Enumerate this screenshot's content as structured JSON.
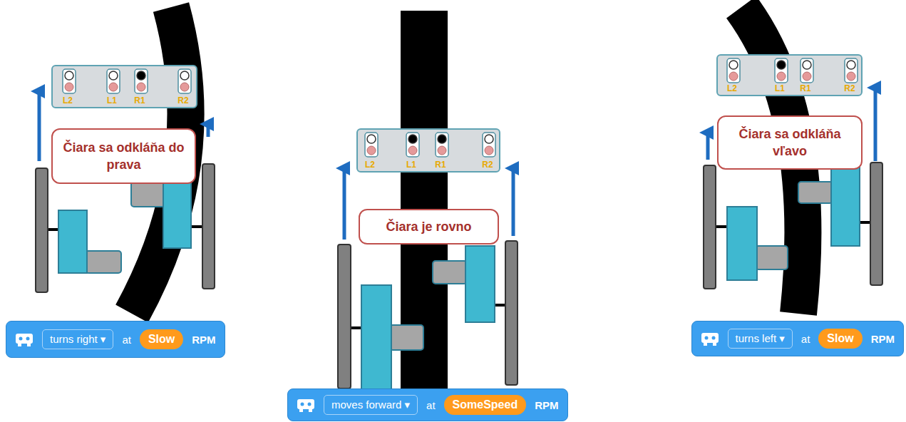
{
  "diagram": {
    "nodes": [
      {
        "text": [
          "L2",
          "L1",
          "R1",
          "R2"
        ]
      },
      {
        "text": [
          "Čiara sa odkláňa do prava"
        ]
      },
      {
        "text": [
          "at",
          "RPM"
        ]
      },
      {
        "text": [
          "turns right ▾"
        ],
        "in": 2
      },
      {
        "text": [
          "Slow"
        ],
        "in": 2
      },
      {
        "text": [
          "L2",
          "L1",
          "R1",
          "R2"
        ]
      },
      {
        "text": [
          "Čiara je rovno"
        ]
      },
      {
        "text": [
          "at",
          "RPM"
        ]
      },
      {
        "text": [
          "moves forward ▾"
        ],
        "in": 7
      },
      {
        "text": [
          "SomeSpeed"
        ],
        "in": 7
      },
      {
        "text": [
          "L2",
          "L1",
          "R1",
          "R2"
        ]
      },
      {
        "text": [
          "Čiara sa odkláňa vľavo"
        ]
      },
      {
        "text": [
          "at",
          "RPM"
        ]
      },
      {
        "text": [
          "turns left ▾"
        ],
        "in": 12
      },
      {
        "text": [
          "Slow"
        ],
        "in": 12
      }
    ]
  }
}
